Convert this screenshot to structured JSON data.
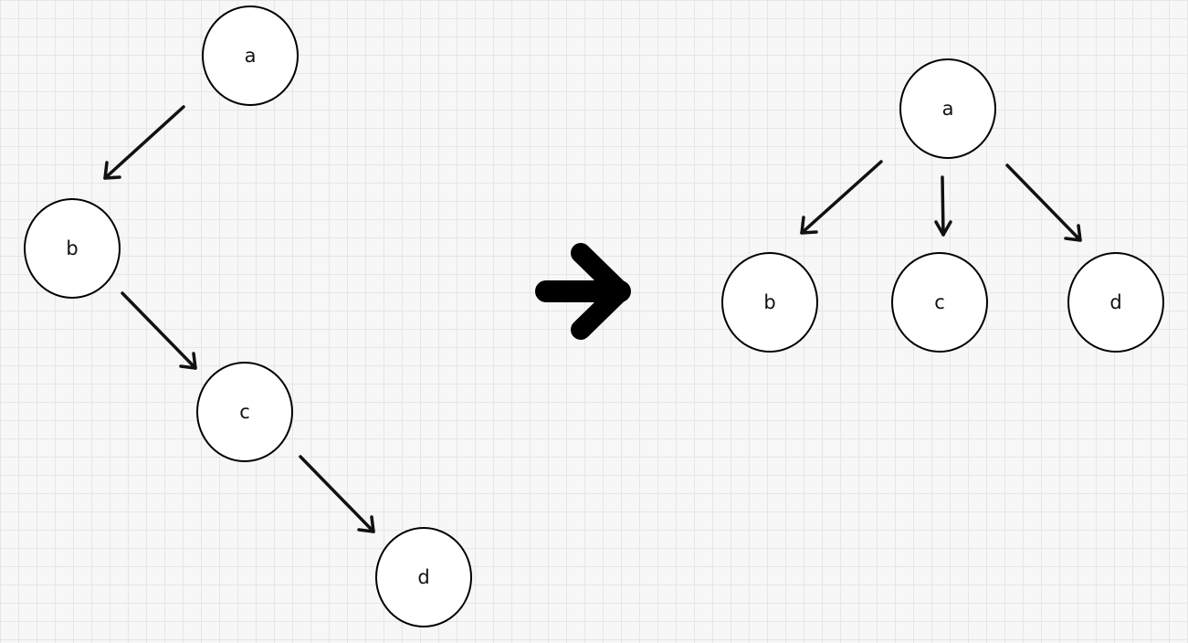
{
  "diagram": {
    "before": {
      "nodes": [
        {
          "id": "a",
          "label": "a"
        },
        {
          "id": "b",
          "label": "b"
        },
        {
          "id": "c",
          "label": "c"
        },
        {
          "id": "d",
          "label": "d"
        }
      ],
      "edges": [
        {
          "from": "a",
          "to": "b"
        },
        {
          "from": "b",
          "to": "c"
        },
        {
          "from": "c",
          "to": "d"
        }
      ]
    },
    "after": {
      "nodes": [
        {
          "id": "a",
          "label": "a"
        },
        {
          "id": "b",
          "label": "b"
        },
        {
          "id": "c",
          "label": "c"
        },
        {
          "id": "d",
          "label": "d"
        }
      ],
      "edges": [
        {
          "from": "a",
          "to": "b"
        },
        {
          "from": "a",
          "to": "c"
        },
        {
          "from": "a",
          "to": "d"
        }
      ]
    },
    "transform_icon": "right-arrow-icon",
    "colors": {
      "stroke": "#000000",
      "node_fill": "#ffffff",
      "background": "#f7f7f7",
      "grid": "#e6e6e6"
    }
  }
}
